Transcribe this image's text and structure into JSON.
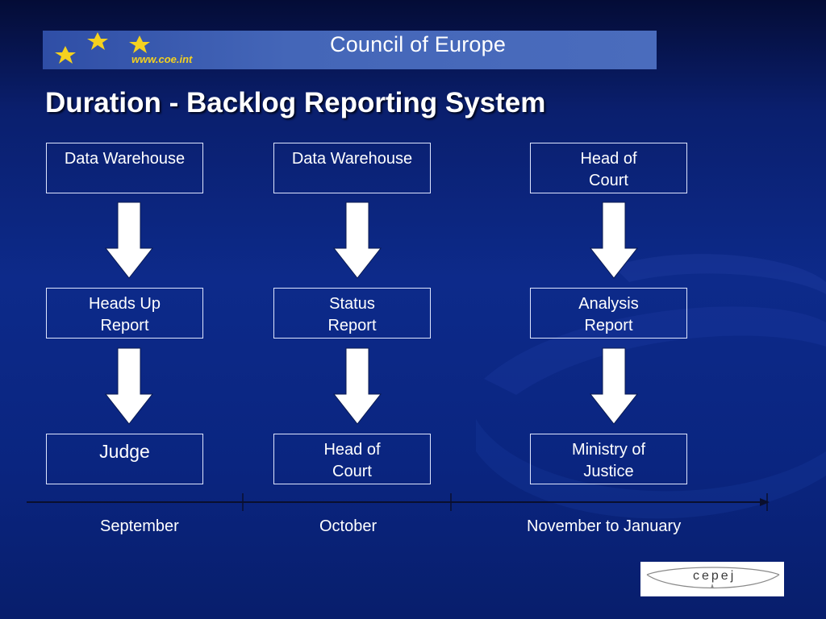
{
  "banner": {
    "org_name": "Council of Europe",
    "url": "www.coe.int",
    "star_color": "#f4d11f"
  },
  "title": "Duration - Backlog Reporting System",
  "flows": [
    {
      "steps": [
        {
          "lines": [
            "Data Warehouse"
          ]
        },
        {
          "lines": [
            "Heads Up",
            "Report"
          ]
        },
        {
          "lines": [
            "Judge"
          ]
        }
      ]
    },
    {
      "steps": [
        {
          "lines": [
            "Data Warehouse"
          ]
        },
        {
          "lines": [
            "Status",
            "Report"
          ]
        },
        {
          "lines": [
            "Head of",
            "Court"
          ]
        }
      ]
    },
    {
      "steps": [
        {
          "lines": [
            "Head of",
            "Court"
          ]
        },
        {
          "lines": [
            "Analysis",
            "Report"
          ]
        },
        {
          "lines": [
            "Ministry of",
            "Justice"
          ]
        }
      ]
    }
  ],
  "timeline": {
    "periods": [
      "September",
      "October",
      "November to January"
    ]
  },
  "logo": {
    "text": "cepej"
  },
  "colors": {
    "background": "#0d2a8a",
    "box_border": "#dfe6ff",
    "text": "#ffffff",
    "arrow_fill": "#ffffff"
  }
}
